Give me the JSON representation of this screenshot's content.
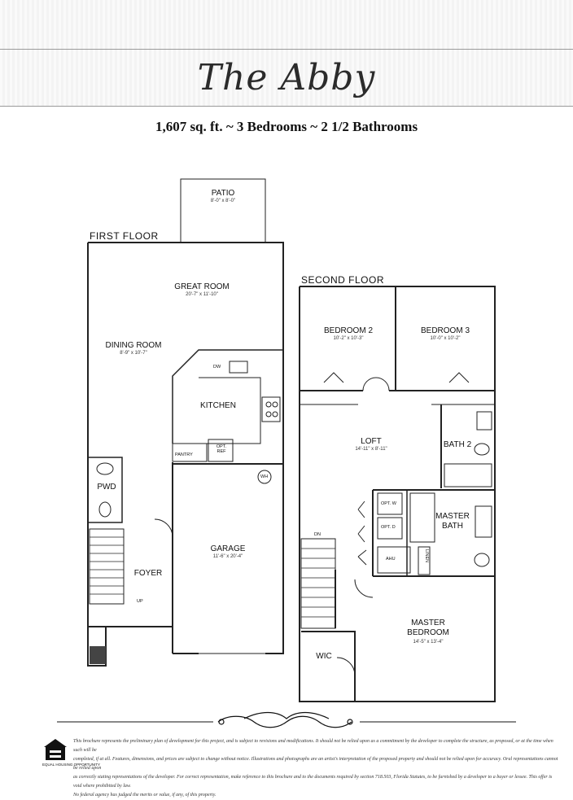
{
  "header": {
    "title": "The Abby",
    "subtitle": "1,607 sq. ft. ~ 3 Bedrooms ~ 2 1/2 Bathrooms"
  },
  "first_floor": {
    "label": "FIRST FLOOR",
    "rooms": {
      "patio": {
        "name": "PATIO",
        "dims": "8'-0\" x 8'-0\""
      },
      "great_room": {
        "name": "GREAT ROOM",
        "dims": "20'-7\" x 11'-10\""
      },
      "dining_room": {
        "name": "DINING ROOM",
        "dims": "8'-9\" x 10'-7\""
      },
      "kitchen": {
        "name": "KITCHEN"
      },
      "pwd": {
        "name": "PWD"
      },
      "garage": {
        "name": "GARAGE",
        "dims": "11'-6\" x 20'-4\""
      },
      "foyer": {
        "name": "FOYER"
      }
    },
    "fixtures": {
      "dw": "DW",
      "pantry": "PANTRY",
      "ref": "OPT. REF",
      "wh": "WH",
      "up": "UP"
    }
  },
  "second_floor": {
    "label": "SECOND FLOOR",
    "rooms": {
      "bedroom2": {
        "name": "BEDROOM 2",
        "dims": "10'-2\" x 10'-3\""
      },
      "bedroom3": {
        "name": "BEDROOM 3",
        "dims": "10'-0\" x 10'-2\""
      },
      "loft": {
        "name": "LOFT",
        "dims": "14'-11\" x 8'-11\""
      },
      "bath2": {
        "name": "BATH 2"
      },
      "master_bath": {
        "name": "MASTER BATH"
      },
      "master_bedroom": {
        "name": "MASTER BEDROOM",
        "dims": "14'-5\" x 13'-4\""
      },
      "wic": {
        "name": "WIC"
      }
    },
    "fixtures": {
      "dn": "DN",
      "ahu": "AHU",
      "linen": "LINEN",
      "opt_w": "OPT. W",
      "opt_d": "OPT. D"
    }
  },
  "footer": {
    "disclaimer": [
      "This brochure represents the preliminary plan of development for this project, and is subject to revisions and modifications. It should not be relied upon as a commitment by the developer to complete the structure, as proposed, or at the time when such will be",
      "completed, if at all. Features, dimensions, and prices are subject to change without notice. Illustrations and photographs are an artist's interpretation of the proposed property and should not be relied upon for accuracy. Oral representations cannot be relied upon",
      "as correctly stating representations of the developer. For correct representation, make reference to this brochure and to the documents required by section 718.503, Florida Statutes, to be furnished by a developer to a buyer or lessee. This offer is void where prohibited by law.",
      "No federal agency has judged the merits or value, if any, of this property."
    ],
    "logo_caption": "EQUAL HOUSING OPPORTUNITY"
  },
  "colors": {
    "wall": "#222222",
    "text": "#111111",
    "rule": "#9a9a9a"
  }
}
